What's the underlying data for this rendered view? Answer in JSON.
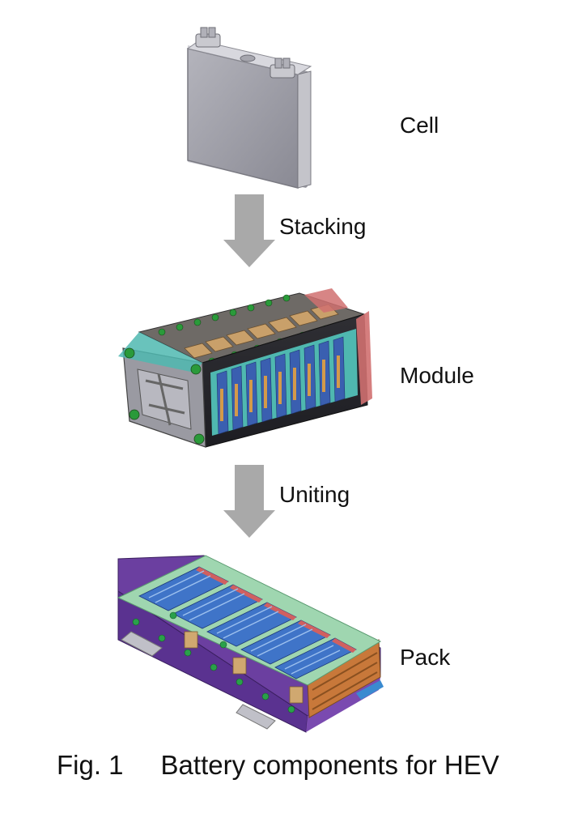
{
  "stages": {
    "cell": "Cell",
    "module": "Module",
    "pack": "Pack"
  },
  "steps": {
    "stacking": "Stacking",
    "uniting": "Uniting"
  },
  "caption": {
    "figure_number": "Fig. 1",
    "text": "Battery components for HEV"
  },
  "colors": {
    "arrow": "#a9a9a9",
    "cell_body": "#9c9ca4",
    "module_cells": "#3a5fb0",
    "module_frame": "#4fb8b0",
    "pack_tray": "#6b3fa0",
    "pack_cover": "#9fd6b0",
    "pack_copper": "#c8783a"
  }
}
